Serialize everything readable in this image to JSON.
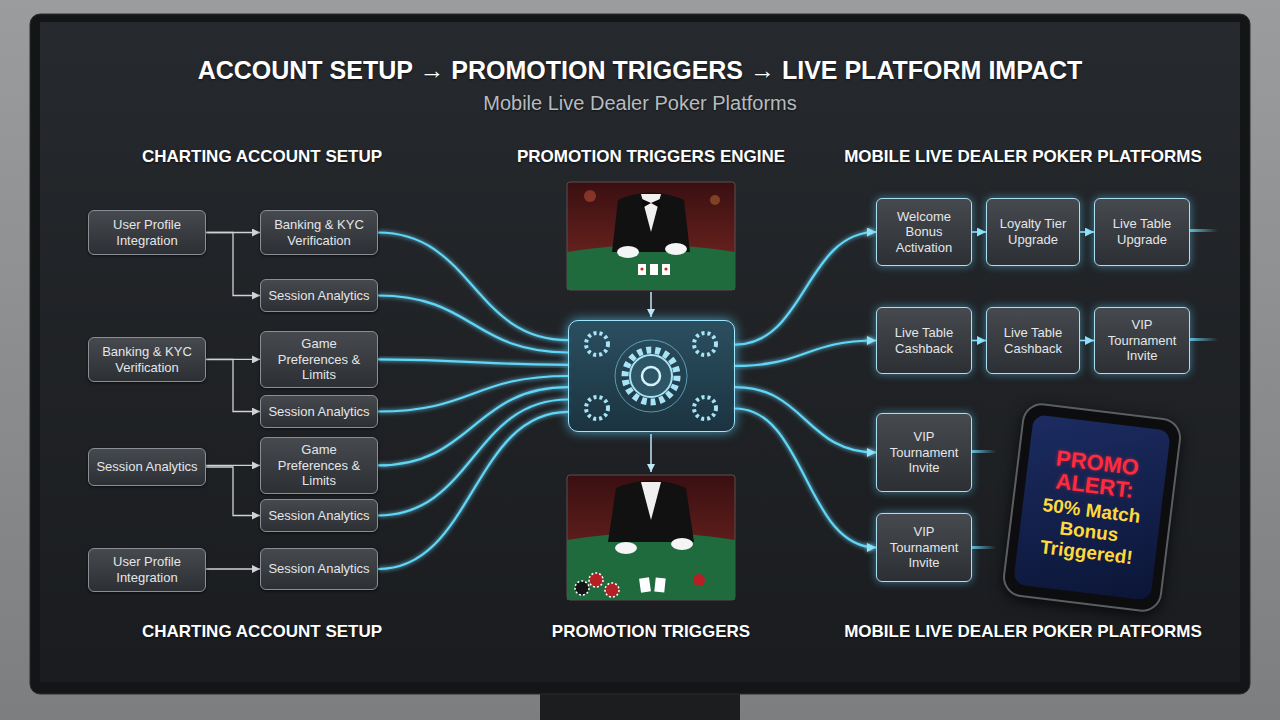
{
  "diagram": {
    "title": "ACCOUNT SETUP → PROMOTION TRIGGERS → LIVE PLATFORM IMPACT",
    "nodes": [
      {
        "text": [
          "User Profile Integration"
        ]
      },
      {
        "text": [
          "Banking & KYC Verification"
        ]
      },
      {
        "text": [
          "Session Analytics"
        ]
      },
      {
        "text": [
          "User Profile Integration"
        ]
      },
      {
        "text": [
          "Banking & KYC Verification"
        ]
      },
      {
        "text": [
          "Session Analytics"
        ]
      },
      {
        "text": [
          "Game Preferences & Limits"
        ]
      },
      {
        "text": [
          "Session Analytics"
        ]
      },
      {
        "text": [
          "Game Preferences & Limits"
        ]
      },
      {
        "text": [
          "Session Analytics"
        ]
      },
      {
        "text": [
          "Session Analytics"
        ]
      },
      {
        "text": []
      },
      {
        "text": [
          "Welcome Bonus Activation"
        ]
      },
      {
        "text": [
          "Loyalty Tier Upgrade"
        ]
      },
      {
        "text": [
          "Live Table Upgrade"
        ]
      },
      {
        "text": [
          "Live Table Cashback"
        ]
      },
      {
        "text": [
          "Live Table Cashback"
        ]
      },
      {
        "text": [
          "VIP Tournament Invite"
        ]
      },
      {
        "text": [
          "VIP Tournament Invite"
        ]
      },
      {
        "text": [
          "VIP Tournament Invite"
        ]
      },
      {
        "text": [
          "PROMO ALERT:",
          "50% Match Bonus Triggered!"
        ]
      }
    ],
    "edges": [
      {
        "from": 0,
        "to": 4,
        "arrow": "to"
      },
      {
        "from": 0,
        "to": 5,
        "arrow": "to"
      },
      {
        "from": 1,
        "to": 6,
        "arrow": "to"
      },
      {
        "from": 1,
        "to": 7,
        "arrow": "to"
      },
      {
        "from": 2,
        "to": 8,
        "arrow": "to"
      },
      {
        "from": 2,
        "to": 9,
        "arrow": "to"
      },
      {
        "from": 3,
        "to": 10,
        "arrow": "to"
      },
      {
        "from": 4,
        "to": 11,
        "arrow": "none"
      },
      {
        "from": 5,
        "to": 11,
        "arrow": "none"
      },
      {
        "from": 6,
        "to": 11,
        "arrow": "none"
      },
      {
        "from": 7,
        "to": 11,
        "arrow": "none"
      },
      {
        "from": 8,
        "to": 11,
        "arrow": "none"
      },
      {
        "from": 9,
        "to": 11,
        "arrow": "none"
      },
      {
        "from": 10,
        "to": 11,
        "arrow": "none"
      },
      {
        "from": 11,
        "to": 12,
        "arrow": "to"
      },
      {
        "from": 11,
        "to": 15,
        "arrow": "to"
      },
      {
        "from": 11,
        "to": 18,
        "arrow": "to"
      },
      {
        "from": 11,
        "to": 19,
        "arrow": "to"
      },
      {
        "from": 12,
        "to": 13,
        "arrow": "to"
      },
      {
        "from": 13,
        "to": 14,
        "arrow": "to"
      },
      {
        "from": 15,
        "to": 16,
        "arrow": "to"
      },
      {
        "from": 16,
        "to": 17,
        "arrow": "to"
      }
    ],
    "labels": [
      "Mobile Live Dealer Poker Platforms",
      "CHARTING ACCOUNT SETUP",
      "PROMOTION TRIGGERS ENGINE",
      "MOBILE LIVE DEALER POKER PLATFORMS",
      "CHARTING ACCOUNT SETUP",
      "PROMOTION TRIGGERS",
      "MOBILE LIVE DEALER POKER PLATFORMS"
    ]
  }
}
